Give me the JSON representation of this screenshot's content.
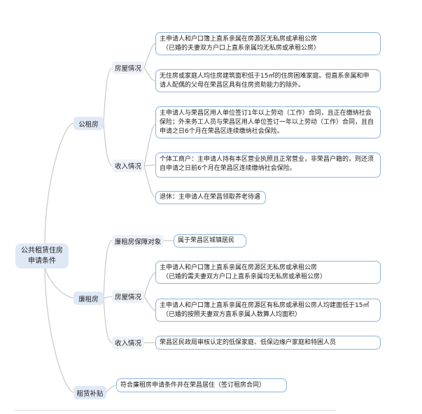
{
  "root": {
    "line1": "公共租赁住房",
    "line2": "申请条件"
  },
  "public_rental": {
    "label": "公租房",
    "housing": {
      "label": "房屋情况",
      "leaf1": {
        "line1": "主申请人和户口簿上直系亲属在房源区无私房或承租公房",
        "line2": "（已婚的夫妻双方户口上直系亲属均无私房或承租公房）"
      },
      "leaf2": {
        "line1": "无住房或家庭人均住房建筑面积低于15㎡的住房困难家庭。但直系亲属和申",
        "line2": "请人配偶的父母在荣昌区具有住房资助能力的除外。"
      }
    },
    "income": {
      "label": "收入情况",
      "leaf1": {
        "line1": "主申请人与荣昌区用人单位签订1年以上劳动（工作）合同，且正在缴纳社会",
        "line2": "保险；外来务工人员与荣昌区用人单位签订一年以上劳动（工作）合同，且自",
        "line3": "申请之日6个月在荣昌区连续缴纳社会保险。"
      },
      "leaf2": {
        "line1": "个体工商户：主申请人持有本区营业执照且正常营业，非荣昌户籍的，则还须",
        "line2": "自申请之日前6个月在荣昌区连续缴纳社会保险。"
      },
      "leaf3": {
        "line1": "退休：主申请人在荣昌领取养老待遇"
      }
    }
  },
  "low_rent": {
    "label": "廉租房",
    "target": {
      "label": "廉租房保障对象",
      "leaf": "属于荣昌区城镇居民"
    },
    "housing": {
      "label": "房屋情况",
      "leaf1": {
        "line1": "主申请人和户口簿上直系亲属在房源区无私房或承租公房",
        "line2": "（已婚的需夫妻双方户口上直系亲属均无私房或承租公房）"
      },
      "leaf2": {
        "line1": "主申请人和户口簿上直系亲属在房源区有私房或承租公房人均建面低于15㎡",
        "line2": "（已婚的按照夫妻双方直系亲属人数算人均面积）"
      }
    },
    "income": {
      "label": "收入情况",
      "leaf": "荣昌区民政局审核认定的低保家庭、低保边缘户家庭和特困人员"
    }
  },
  "subsidy": {
    "label": "租赁补贴",
    "leaf": "符合廉租房申请条件并在荣昌居住（签订租房合同）"
  },
  "colors": {
    "line": "#c9c9c9",
    "node_fill": "#dfe9f6",
    "sub_fill": "#eef2f8",
    "leaf_border": "#8eb3df"
  }
}
